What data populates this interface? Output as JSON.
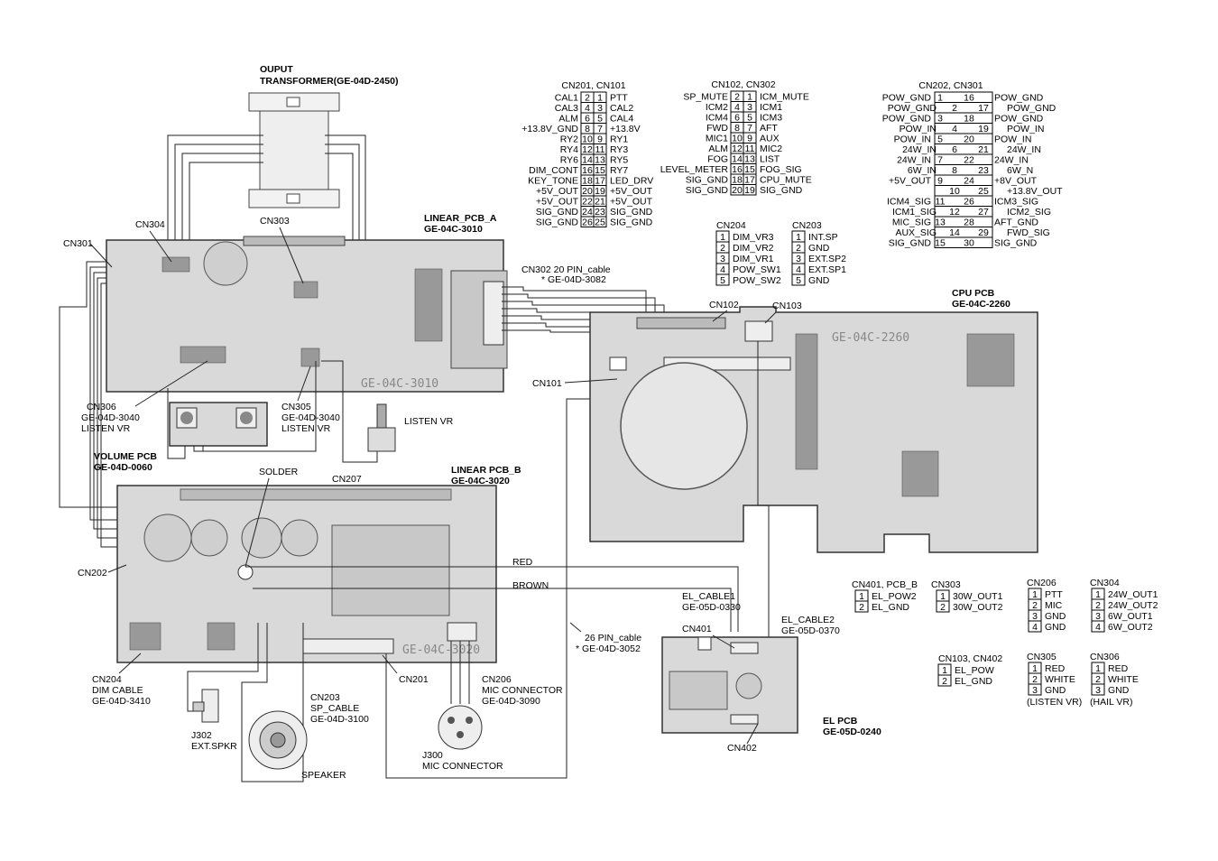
{
  "boards": {
    "transformer": {
      "name": "OUPUT",
      "name2": "TRANSFORMER(GE-04D-2450)"
    },
    "linear_a": {
      "name": "LINEAR_PCB_A",
      "code": "GE-04C-3010",
      "silk": "GE-04C-3010"
    },
    "linear_b": {
      "name": "LINEAR PCB_B",
      "code": "GE-04C-3020",
      "silk": "GE-04C-3020"
    },
    "volume": {
      "name": "VOLUME PCB",
      "code": "GE-04D-0060"
    },
    "cpu": {
      "name": "CPU PCB",
      "code": "GE-04C-2260",
      "silk": "GE-04C-2260"
    },
    "el": {
      "name": "EL PCB",
      "code": "GE-05D-0240"
    }
  },
  "labels": {
    "cn301": "CN301",
    "cn304": "CN304",
    "cn303": "CN303",
    "cn302_cable": "CN302  20 PIN_cable",
    "cn302_code": "*  GE-04D-3082",
    "cn306": "CN306",
    "cn306_code": "GE-04D-3040",
    "cn306_desc": "LISTEN VR",
    "cn305": "CN305",
    "cn305_code": "GE-04D-3040",
    "cn305_desc": "LISTEN VR",
    "listen_vr": "LISTEN VR",
    "cn102": "CN102",
    "cn103": "CN103",
    "cn101": "CN101",
    "solder": "SOLDER",
    "cn207": "CN207",
    "cn202": "CN202",
    "red": "RED",
    "brown": "BROWN",
    "cn204": "CN204",
    "cn204_a": "DIM CABLE",
    "cn204_b": "GE-04D-3410",
    "cn203": "CN203",
    "cn203_a": "SP_CABLE",
    "cn203_b": "GE-04D-3100",
    "cn201": "CN201",
    "cn206": "CN206",
    "cn206_a": "MIC CONNECTOR",
    "cn206_b": "GE-04D-3090",
    "cable26": "26 PIN_cable",
    "cable26_code": "*  GE-04D-3052",
    "j302": "J302",
    "j302_desc": "EXT.SPKR",
    "speaker": "SPEAKER",
    "j300": "J300",
    "j300_desc": "MIC CONNECTOR",
    "el_cable1": "EL_CABLE1",
    "el_cable1_code": "GE-05D-0330",
    "el_cable2": "EL_CABLE2",
    "el_cable2_code": "GE-05D-0370",
    "cn401": "CN401",
    "cn402": "CN402"
  },
  "pin_tables": {
    "cn201_101": {
      "title": "CN201, CN101",
      "rows": [
        {
          "l": "CAL1",
          "a": "2",
          "b": "1",
          "r": "PTT"
        },
        {
          "l": "CAL3",
          "a": "4",
          "b": "3",
          "r": "CAL2"
        },
        {
          "l": "ALM",
          "a": "6",
          "b": "5",
          "r": "CAL4"
        },
        {
          "l": "+13.8V_GND",
          "a": "8",
          "b": "7",
          "r": "+13.8V"
        },
        {
          "l": "RY2",
          "a": "10",
          "b": "9",
          "r": "RY1"
        },
        {
          "l": "RY4",
          "a": "12",
          "b": "11",
          "r": "RY3"
        },
        {
          "l": "RY6",
          "a": "14",
          "b": "13",
          "r": "RY5"
        },
        {
          "l": "DIM_CONT",
          "a": "16",
          "b": "15",
          "r": "RY7"
        },
        {
          "l": "KEY_TONE",
          "a": "18",
          "b": "17",
          "r": "LED_DRV"
        },
        {
          "l": "+5V_OUT",
          "a": "20",
          "b": "19",
          "r": "+5V_OUT"
        },
        {
          "l": "+5V_OUT",
          "a": "22",
          "b": "21",
          "r": "+5V_OUT"
        },
        {
          "l": "SIG_GND",
          "a": "24",
          "b": "23",
          "r": "SIG_GND"
        },
        {
          "l": "SIG_GND",
          "a": "26",
          "b": "25",
          "r": "SIG_GND"
        }
      ]
    },
    "cn102_302": {
      "title": "CN102, CN302",
      "rows": [
        {
          "l": "SP_MUTE",
          "a": "2",
          "b": "1",
          "r": "ICM_MUTE"
        },
        {
          "l": "ICM2",
          "a": "4",
          "b": "3",
          "r": "ICM1"
        },
        {
          "l": "ICM4",
          "a": "6",
          "b": "5",
          "r": "ICM3"
        },
        {
          "l": "FWD",
          "a": "8",
          "b": "7",
          "r": "AFT"
        },
        {
          "l": "MIC1",
          "a": "10",
          "b": "9",
          "r": "AUX"
        },
        {
          "l": "ALM",
          "a": "12",
          "b": "11",
          "r": "MIC2"
        },
        {
          "l": "FOG",
          "a": "14",
          "b": "13",
          "r": "LIST"
        },
        {
          "l": "LEVEL_METER",
          "a": "16",
          "b": "15",
          "r": "FOG_SIG"
        },
        {
          "l": "SIG_GND",
          "a": "18",
          "b": "17",
          "r": "CPU_MUTE"
        },
        {
          "l": "SIG_GND",
          "a": "20",
          "b": "19",
          "r": "SIG_GND"
        }
      ]
    },
    "cn202_301": {
      "title": "CN202, CN301",
      "rows": [
        {
          "l": "POW_GND",
          "a": "1",
          "b": "16",
          "r": "POW_GND"
        },
        {
          "l": "POW_GND",
          "a": "2",
          "b": "17",
          "r": "POW_GND"
        },
        {
          "l": "POW_GND",
          "a": "3",
          "b": "18",
          "r": "POW_GND"
        },
        {
          "l": "POW_IN",
          "a": "4",
          "b": "19",
          "r": "POW_IN"
        },
        {
          "l": "POW_IN",
          "a": "5",
          "b": "20",
          "r": "POW_IN"
        },
        {
          "l": "24W_IN",
          "a": "6",
          "b": "21",
          "r": "24W_IN"
        },
        {
          "l": "24W_IN",
          "a": "7",
          "b": "22",
          "r": "24W_IN"
        },
        {
          "l": "6W_IN",
          "a": "8",
          "b": "23",
          "r": "6W_N"
        },
        {
          "l": "+5V_OUT",
          "a": "9",
          "b": "24",
          "r": "+8V_OUT"
        },
        {
          "l": "",
          "a": "10",
          "b": "25",
          "r": "+13.8V_OUT"
        },
        {
          "l": "ICM4_SIG",
          "a": "11",
          "b": "26",
          "r": "ICM3_SIG"
        },
        {
          "l": "ICM1_SIG",
          "a": "12",
          "b": "27",
          "r": "ICM2_SIG"
        },
        {
          "l": "MIC_SIG",
          "a": "13",
          "b": "28",
          "r": "AFT_GND"
        },
        {
          "l": "AUX_SIG",
          "a": "14",
          "b": "29",
          "r": "FWD_SIG"
        },
        {
          "l": "SIG_GND",
          "a": "15",
          "b": "30",
          "r": "SIG_GND"
        }
      ]
    },
    "cn204": {
      "title": "CN204",
      "rows": [
        {
          "n": "1",
          "v": "DIM_VR3"
        },
        {
          "n": "2",
          "v": "DIM_VR2"
        },
        {
          "n": "3",
          "v": "DIM_VR1"
        },
        {
          "n": "4",
          "v": "POW_SW1"
        },
        {
          "n": "5",
          "v": "POW_SW2"
        }
      ]
    },
    "cn203": {
      "title": "CN203",
      "rows": [
        {
          "n": "1",
          "v": "INT.SP"
        },
        {
          "n": "2",
          "v": "GND"
        },
        {
          "n": "3",
          "v": "EXT.SP2"
        },
        {
          "n": "4",
          "v": "EXT.SP1"
        },
        {
          "n": "5",
          "v": "GND"
        }
      ]
    },
    "cn401": {
      "title": "CN401, PCB_B",
      "rows": [
        {
          "n": "1",
          "v": "EL_POW2"
        },
        {
          "n": "2",
          "v": "EL_GND"
        }
      ]
    },
    "cn303": {
      "title": "CN303",
      "rows": [
        {
          "n": "1",
          "v": "30W_OUT1"
        },
        {
          "n": "2",
          "v": "30W_OUT2"
        }
      ]
    },
    "cn206": {
      "title": "CN206",
      "rows": [
        {
          "n": "1",
          "v": "PTT"
        },
        {
          "n": "2",
          "v": "MIC"
        },
        {
          "n": "3",
          "v": "GND"
        },
        {
          "n": "4",
          "v": "GND"
        }
      ]
    },
    "cn304": {
      "title": "CN304",
      "rows": [
        {
          "n": "1",
          "v": "24W_OUT1"
        },
        {
          "n": "2",
          "v": "24W_OUT2"
        },
        {
          "n": "3",
          "v": "6W_OUT1"
        },
        {
          "n": "4",
          "v": "6W_OUT2"
        }
      ]
    },
    "cn103": {
      "title": "CN103, CN402",
      "rows": [
        {
          "n": "1",
          "v": "EL_POW"
        },
        {
          "n": "2",
          "v": "EL_GND"
        }
      ]
    },
    "cn305": {
      "title": "CN305",
      "rows": [
        {
          "n": "1",
          "v": "RED"
        },
        {
          "n": "2",
          "v": "WHITE"
        },
        {
          "n": "3",
          "v": "GND"
        }
      ],
      "note": "(LISTEN VR)"
    },
    "cn306": {
      "title": "CN306",
      "rows": [
        {
          "n": "1",
          "v": "RED"
        },
        {
          "n": "2",
          "v": "WHITE"
        },
        {
          "n": "3",
          "v": "GND"
        }
      ],
      "note": "(HAIL VR)"
    }
  }
}
